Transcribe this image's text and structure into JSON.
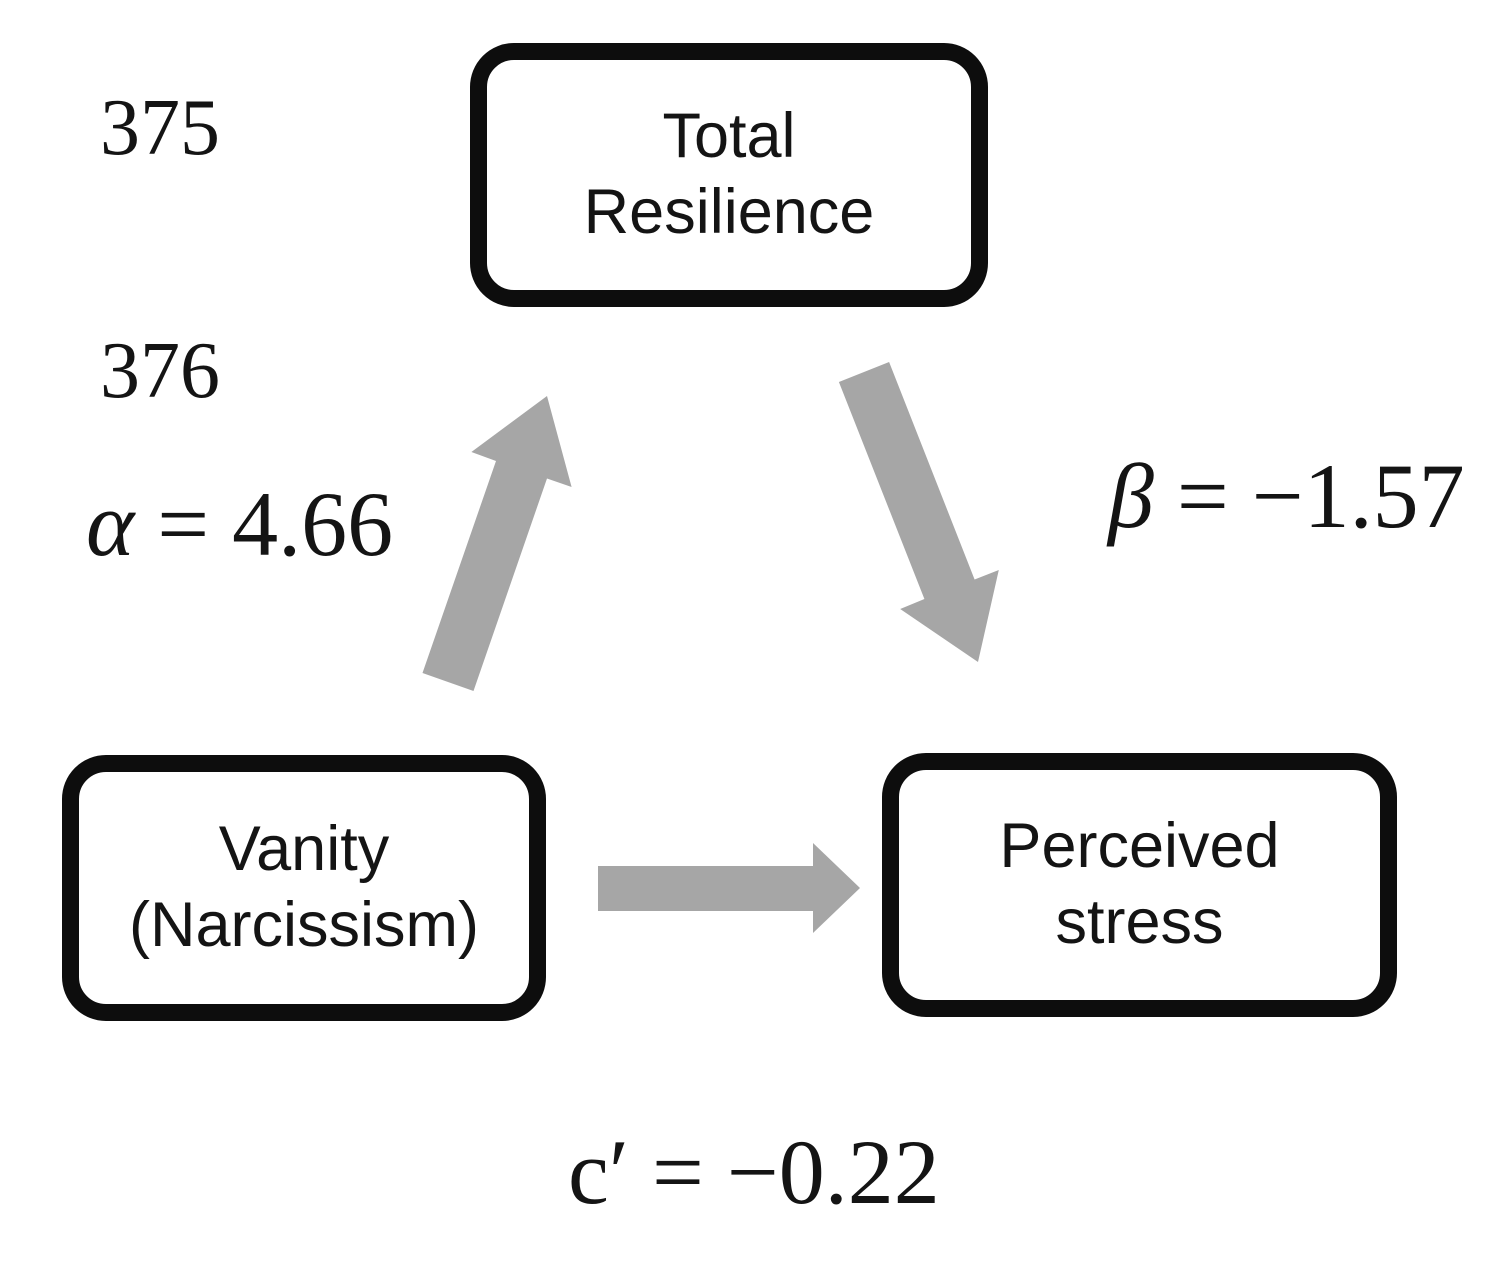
{
  "line_numbers": {
    "first": "375",
    "second": "376"
  },
  "nodes": {
    "mediator": {
      "line1": "Total",
      "line2": "Resilience"
    },
    "predictor": {
      "line1": "Vanity",
      "line2": "(Narcissism)"
    },
    "outcome": {
      "line1": "Perceived",
      "line2": "stress"
    }
  },
  "paths": {
    "alpha": {
      "symbol": "α",
      "rest": " = 4.66"
    },
    "beta": {
      "symbol": "β",
      "rest": " = −1.57"
    },
    "c_prime": {
      "symbol": "c′",
      "rest": " = −0.22"
    }
  },
  "colors": {
    "arrow": "#a6a6a6",
    "box_border": "#0d0d0d",
    "box_fill": "#ffffff",
    "text": "#141414",
    "background": "#ffffff"
  }
}
